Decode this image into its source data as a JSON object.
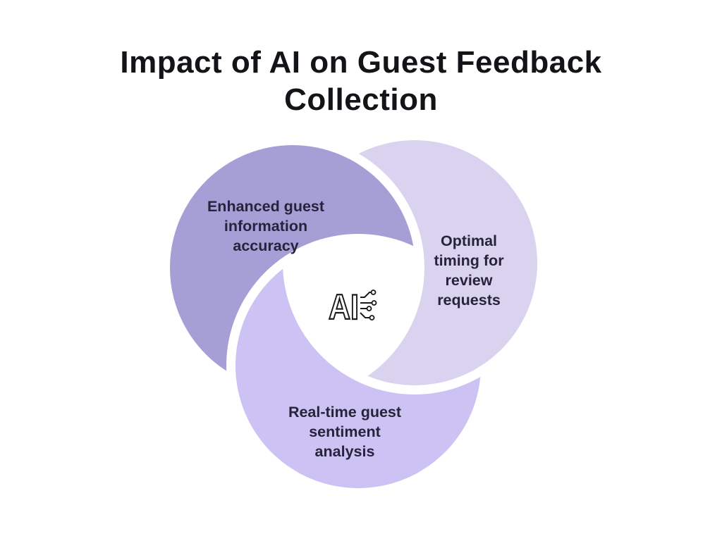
{
  "title": "Impact of AI on Guest Feedback Collection",
  "title_lines": [
    "Impact of AI on Guest Feedback",
    "Collection"
  ],
  "colors": {
    "background": "#ffffff",
    "title_text": "#141318",
    "label_text": "#26233a",
    "petal_top_left": "#a69fd6",
    "petal_right": "#d9d3ef",
    "petal_bottom": "#ccc2f3",
    "icon_stroke": "#1a1a1a"
  },
  "diagram": {
    "type": "venn-swirl",
    "center_icon": "ai-circuit-icon",
    "center_icon_text": "AI",
    "petals": [
      {
        "id": "top-left",
        "label": "Enhanced guest information accuracy",
        "lines": [
          "Enhanced guest",
          "information",
          "accuracy"
        ],
        "color": "#a69fd6"
      },
      {
        "id": "right",
        "label": "Optimal timing for review requests",
        "lines": [
          "Optimal",
          "timing for",
          "review",
          "requests"
        ],
        "color": "#d9d3ef"
      },
      {
        "id": "bottom",
        "label": "Real-time guest sentiment analysis",
        "lines": [
          "Real-time guest",
          "sentiment",
          "analysis"
        ],
        "color": "#ccc2f3"
      }
    ]
  }
}
